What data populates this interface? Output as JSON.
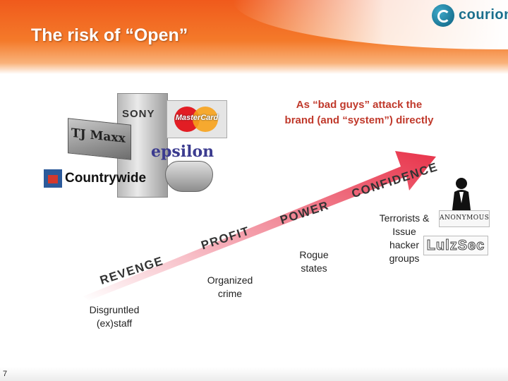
{
  "slide": {
    "title": "The risk of “Open”",
    "logo_text": "courion",
    "logo_icon": "courion-logo-icon",
    "caption_line1": "As “bad guys” attack the",
    "caption_line2": "brand (and “system”) directly",
    "page_number": "7"
  },
  "brands": {
    "sony": "SONY",
    "mastercard": "MasterCard",
    "tmax": "TJ Maxx",
    "epsilon": "epsilon",
    "countrywide": "Countrywide"
  },
  "escalation": {
    "words": [
      "REVENGE",
      "PROFIT",
      "POWER",
      "CONFIDENCE"
    ],
    "actors": [
      {
        "line1": "Disgruntled",
        "line2": "(ex)staff"
      },
      {
        "line1": "Organized",
        "line2": "crime"
      },
      {
        "line1": "Rogue",
        "line2": "states"
      },
      {
        "line1": "Terrorists &",
        "line2": "Issue",
        "line3": "hacker",
        "line4": "groups"
      }
    ],
    "anonymous_label": "ANONYMOUS",
    "lulzsec_label": "LulzSec"
  },
  "colors": {
    "header": "#f05a1c",
    "arrow": "#e8334a",
    "caption": "#c0392b"
  }
}
